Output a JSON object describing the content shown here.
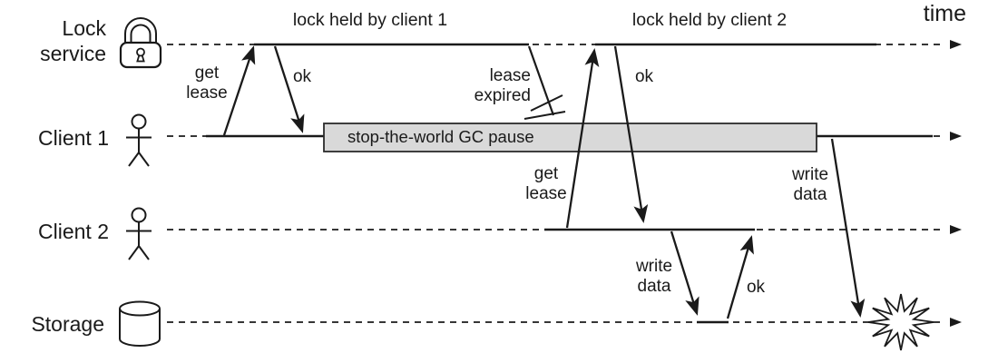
{
  "colors": {
    "ink": "#1a1a1a",
    "gc_box_fill": "#d9d9d9",
    "gc_box_border": "#2b2b2b",
    "background": "#ffffff"
  },
  "axis": {
    "time_label": "time"
  },
  "lanes": [
    {
      "id": "lock-service",
      "label": "Lock service",
      "icon": "padlock-icon"
    },
    {
      "id": "client-1",
      "label": "Client 1",
      "icon": "person-icon"
    },
    {
      "id": "client-2",
      "label": "Client 2",
      "icon": "person-icon"
    },
    {
      "id": "storage",
      "label": "Storage",
      "icon": "database-cylinder-icon"
    }
  ],
  "annotations": {
    "lock_held_by_client_1": "lock held by client 1",
    "lock_held_by_client_2": "lock held by client 2",
    "gc_pause": "stop-the-world GC pause",
    "client1_get_lease": "get lease",
    "client1_ok": "ok",
    "lease_expired": "lease expired",
    "client2_get_lease": "get lease",
    "client2_ok": "ok",
    "client2_write_data": "write data",
    "storage_ok": "ok",
    "client1_write_data": "write data"
  }
}
